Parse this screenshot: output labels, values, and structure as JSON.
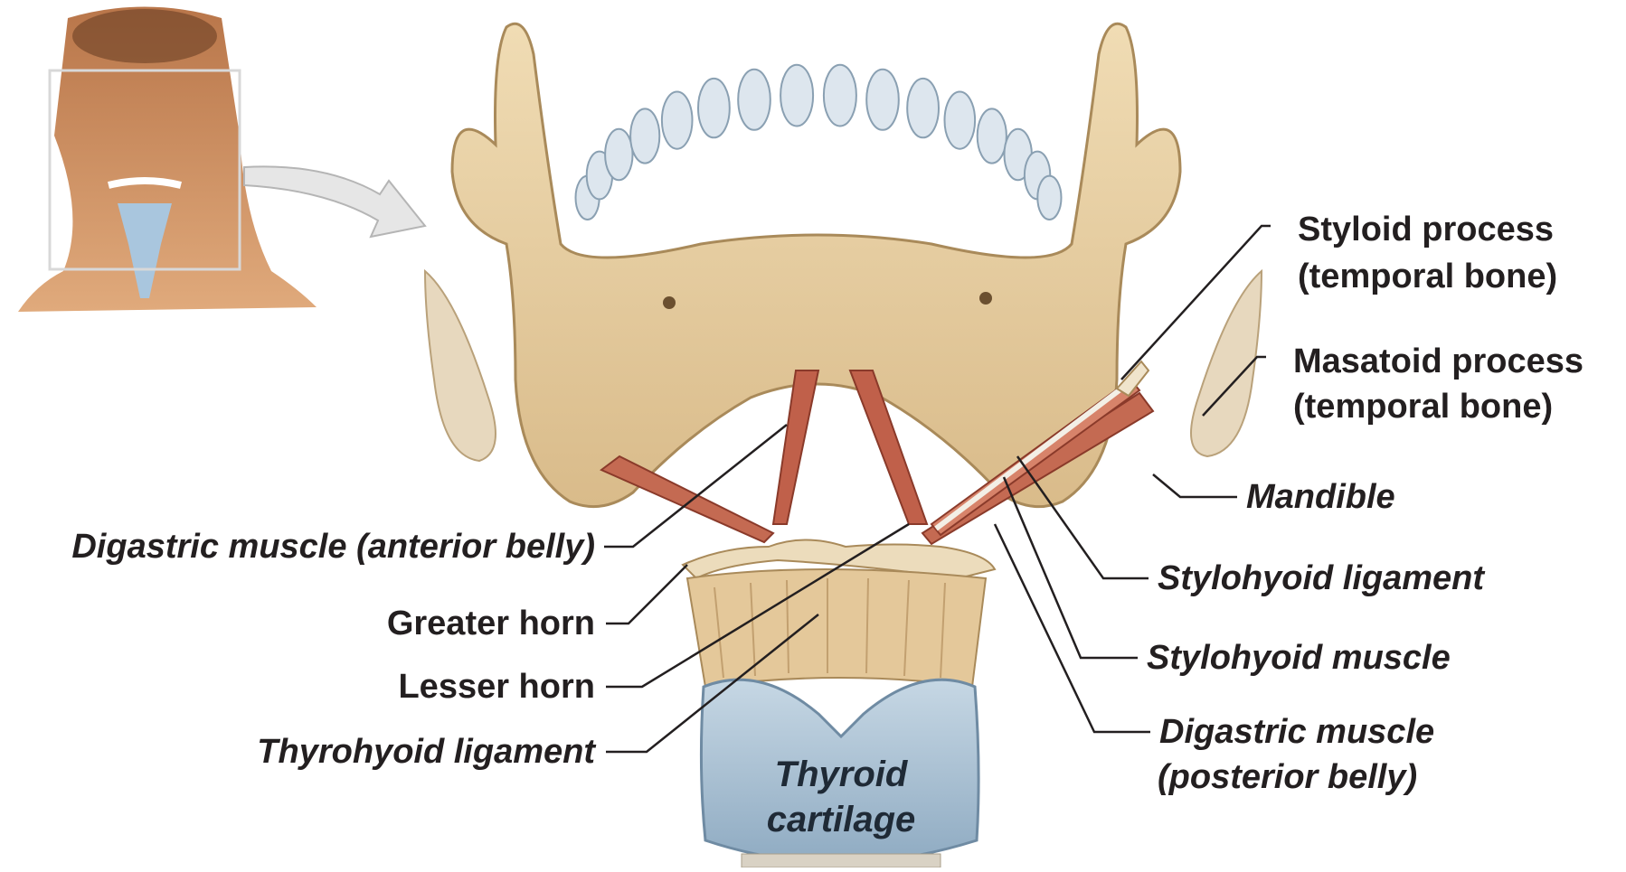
{
  "labels": {
    "styloid_process": "Styloid process",
    "styloid_process_sub": "(temporal bone)",
    "mastoid_process": "Masatoid process",
    "mastoid_process_sub": "(temporal bone)",
    "mandible": "Mandible",
    "stylohyoid_ligament": "Stylohyoid ligament",
    "stylohyoid_muscle": "Stylohyoid muscle",
    "digastric_posterior": "Digastric muscle",
    "digastric_posterior_sub": "(posterior belly)",
    "digastric_anterior": "Digastric muscle (anterior belly)",
    "greater_horn": "Greater horn",
    "lesser_horn": "Lesser horn",
    "thyrohyoid_ligament": "Thyrohyoid ligament",
    "thyroid_cartilage_line1": "Thyroid",
    "thyroid_cartilage_line2": "cartilage"
  },
  "colors": {
    "bone": "#e8d2a8",
    "bone_shadow": "#c9a978",
    "muscle": "#c0604a",
    "cartilage": "#a9c2d6",
    "skin": "#c98a58",
    "leader_line": "#231f20"
  }
}
